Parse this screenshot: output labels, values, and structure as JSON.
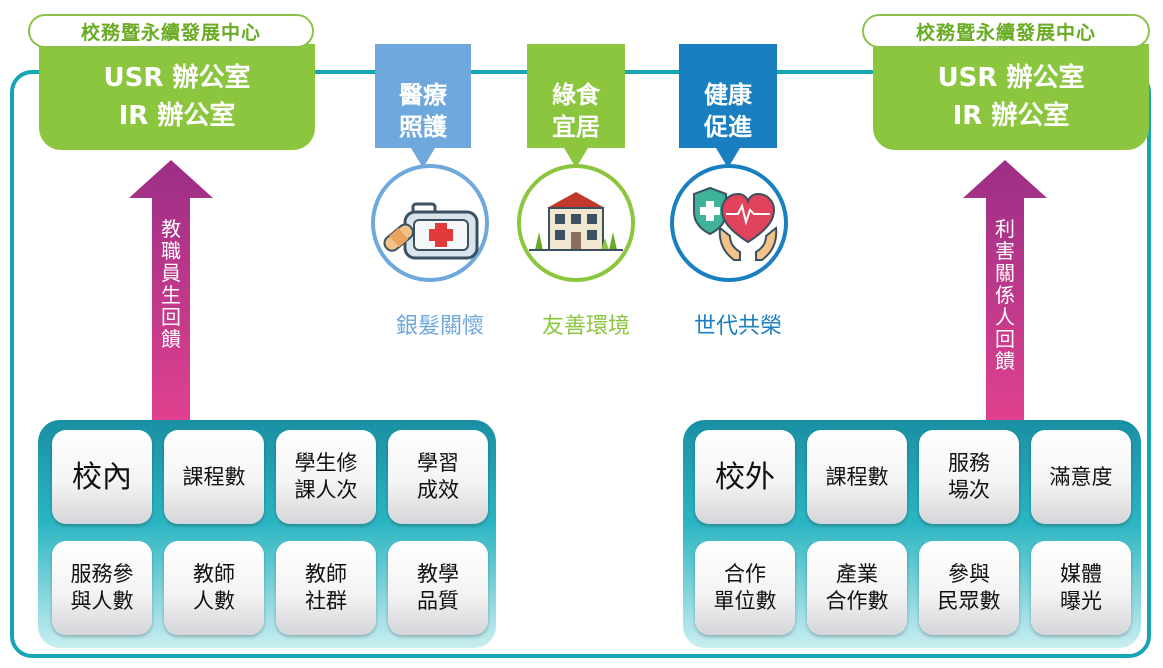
{
  "left": {
    "center_label": "校務暨永續發展中心",
    "office_line1": "USR 辦公室",
    "office_line2": "IR 辦公室",
    "arrow_label": "教職員生回饋",
    "cards": [
      "校內",
      "課程數",
      "學生修\n課人次",
      "學習\n成效",
      "服務參\n與人數",
      "教師\n人數",
      "教師\n社群",
      "教學\n品質"
    ]
  },
  "right": {
    "center_label": "校務暨永續發展中心",
    "office_line1": "USR 辦公室",
    "office_line2": "IR 辦公室",
    "arrow_label": "利害關係人回饋",
    "cards": [
      "校外",
      "課程數",
      "服務\n場次",
      "滿意度",
      "合作\n單位數",
      "產業\n合作數",
      "參與\n民眾數",
      "媒體\n曝光"
    ]
  },
  "themes": [
    {
      "banner_line1": "醫療",
      "banner_line2": "照護",
      "caption": "銀髮關懷",
      "color": "#6fa8dc",
      "icon": "medical-kit-icon"
    },
    {
      "banner_line1": "綠食",
      "banner_line2": "宜居",
      "caption": "友善環境",
      "color": "#8cc63f",
      "icon": "building-trees-icon"
    },
    {
      "banner_line1": "健康",
      "banner_line2": "促進",
      "caption": "世代共榮",
      "color": "#1a7fc1",
      "icon": "heart-hands-icon"
    }
  ]
}
